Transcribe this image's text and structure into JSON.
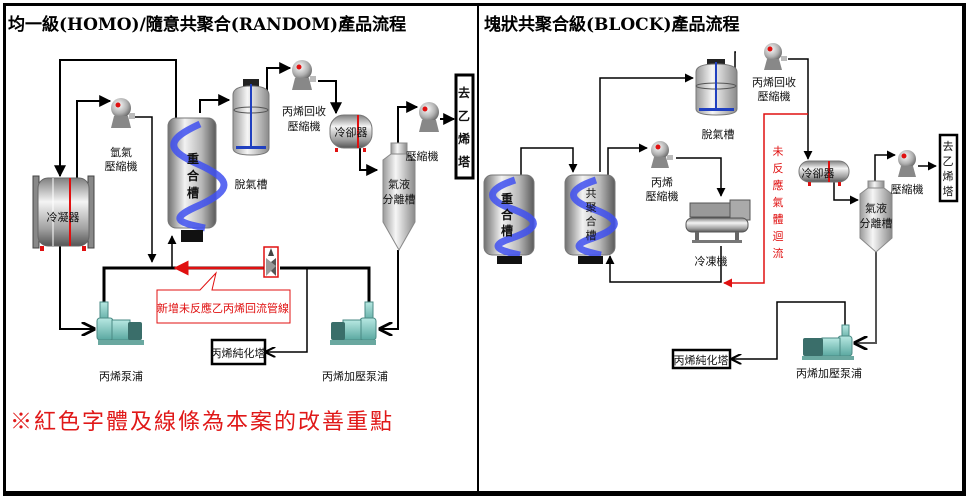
{
  "panels": {
    "left": {
      "title": "均一級(HOMO)/隨意共聚合(RANDOM)產品流程",
      "equipment": {
        "condenser": "冷凝器",
        "hydrogen_compressor": [
          "氫氣",
          "壓縮機"
        ],
        "reactor": [
          "重",
          "合",
          "槽"
        ],
        "degassing_tank": "脫氣槽",
        "propylene_recovery_compressor": [
          "丙烯回收",
          "壓縮機"
        ],
        "cooler": "冷卻器",
        "gas_liquid_separator": [
          "氣液",
          "分離槽"
        ],
        "compressor": "壓縮機",
        "to_deethanizer": [
          "去",
          "乙",
          "烯",
          "塔"
        ],
        "propylene_pump": "丙烯泵浦",
        "propylene_booster_pump": "丙烯加壓泵浦",
        "propylene_purification_tower": "丙烯純化塔"
      },
      "callout": "新增未反應乙丙烯回流管線"
    },
    "right": {
      "title": "塊狀共聚合級(BLOCK)產品流程",
      "equipment": {
        "reactor": [
          "重",
          "合",
          "槽"
        ],
        "copolymer_reactor": [
          "共",
          "聚",
          "合",
          "槽"
        ],
        "degassing_tank": "脫氣槽",
        "propylene_compressor": [
          "丙烯",
          "壓縮機"
        ],
        "chiller": "冷凍機",
        "propylene_recovery_compressor": [
          "丙烯回收",
          "壓縮機"
        ],
        "cooler": "冷卻器",
        "gas_liquid_separator": [
          "氣液",
          "分離槽"
        ],
        "compressor": "壓縮機",
        "to_deethanizer": [
          "去",
          "乙",
          "烯",
          "塔"
        ],
        "propylene_booster_pump": "丙烯加壓泵浦",
        "propylene_purification_tower": "丙烯純化塔"
      },
      "recycle_label": [
        "未",
        "反",
        "應",
        "氣",
        "體",
        "迴",
        "流"
      ]
    }
  },
  "footnote": "※紅色字體及線條為本案的改善重點",
  "colors": {
    "highlight_red": "#e01010",
    "line_black": "#000000",
    "spiral_blue": "#3a4cf0",
    "pump_teal": "#7fc8c0"
  }
}
